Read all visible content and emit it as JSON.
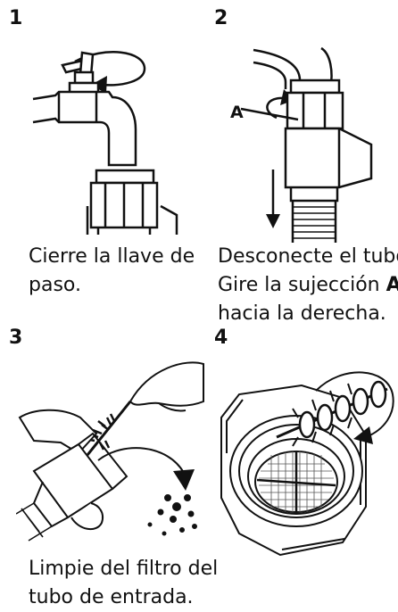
{
  "steps": [
    {
      "number": "1",
      "caption_lines": [
        "Cierre la llave de",
        "paso."
      ],
      "illustration": "faucet-close-icon"
    },
    {
      "number": "2",
      "caption_lines": [
        "Desconecte el tubo.",
        "Gire la sujección ",
        "hacia la derecha."
      ],
      "caption_bold": "A",
      "label": "A",
      "illustration": "hose-disconnect-icon"
    },
    {
      "number": "3",
      "caption_lines": [
        "Limpie del filtro del",
        "tubo de entrada."
      ],
      "illustration": "brush-cleaning-icon"
    },
    {
      "number": "4",
      "caption_lines": [],
      "illustration": "filter-cleaning-icon"
    }
  ]
}
